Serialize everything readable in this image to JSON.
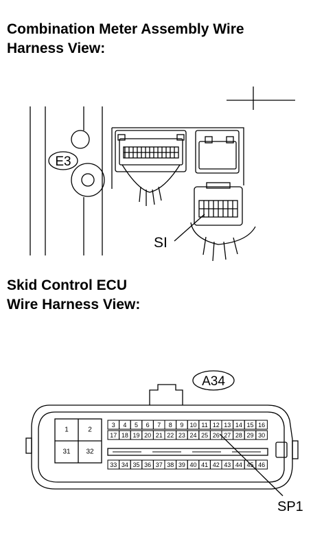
{
  "sections": [
    {
      "title_lines": [
        "Combination Meter Assembly Wire",
        "Harness View:"
      ]
    },
    {
      "title_lines": [
        "Skid Control ECU",
        "Wire Harness View:"
      ]
    }
  ],
  "labels": {
    "e3": "E3",
    "si": "SI",
    "a34": "A34",
    "sp1": "SP1"
  },
  "connector_a34": {
    "big_pins": [
      "1",
      "2",
      "31",
      "32"
    ],
    "row1": [
      "3",
      "4",
      "5",
      "6",
      "7",
      "8",
      "9",
      "10",
      "11",
      "12",
      "13",
      "14",
      "15",
      "16"
    ],
    "row2": [
      "17",
      "18",
      "19",
      "20",
      "21",
      "22",
      "23",
      "24",
      "25",
      "26",
      "27",
      "28",
      "29",
      "30"
    ],
    "row3": [
      "33",
      "34",
      "35",
      "36",
      "37",
      "38",
      "39",
      "40",
      "41",
      "42",
      "43",
      "44",
      "45",
      "46"
    ]
  }
}
